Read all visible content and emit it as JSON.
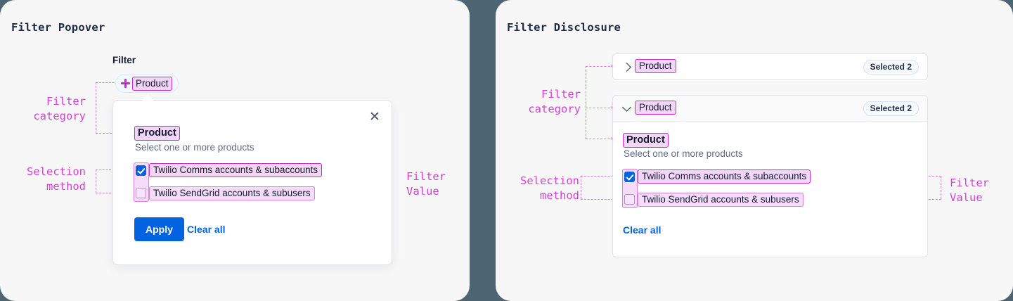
{
  "theme": {
    "page_background": "#4c6570",
    "panel_background": "#f7f7f8",
    "annotation_color": "#d53fd6",
    "annotation_line_color": "#d87fe0",
    "highlight_fill": "#f3d5f7",
    "accent_blue": "#0263e0"
  },
  "panels": [
    {
      "title": "Filter Popover"
    },
    {
      "title": "Filter Disclosure"
    }
  ],
  "annotations": {
    "filter_category": "Filter\ncategory",
    "selection_method": "Selection\nmethod",
    "filter_value": "Filter\nValue"
  },
  "popover_demo": {
    "field_label": "Filter",
    "trigger": {
      "icon": "plus-icon",
      "label": "Product"
    },
    "close_icon": "close-icon",
    "group": {
      "title": "Product",
      "help_text": "Select one or more products",
      "options": [
        {
          "label": "Twilio Comms accounts & subaccounts",
          "checked": true
        },
        {
          "label": "Twilio SendGrid accounts & subusers",
          "checked": false
        }
      ]
    },
    "apply_label": "Apply",
    "clear_label": "Clear all"
  },
  "disclosure_demo": {
    "collapsed": {
      "icon": "chevron-right-icon",
      "label": "Product",
      "badge": "Selected 2"
    },
    "expanded": {
      "icon": "chevron-down-icon",
      "label": "Product",
      "badge": "Selected 2",
      "group": {
        "title": "Product",
        "help_text": "Select one or more products",
        "options": [
          {
            "label": "Twilio Comms accounts & subaccounts",
            "checked": true
          },
          {
            "label": "Twilio SendGrid accounts & subusers",
            "checked": false
          }
        ]
      },
      "clear_label": "Clear all"
    }
  }
}
